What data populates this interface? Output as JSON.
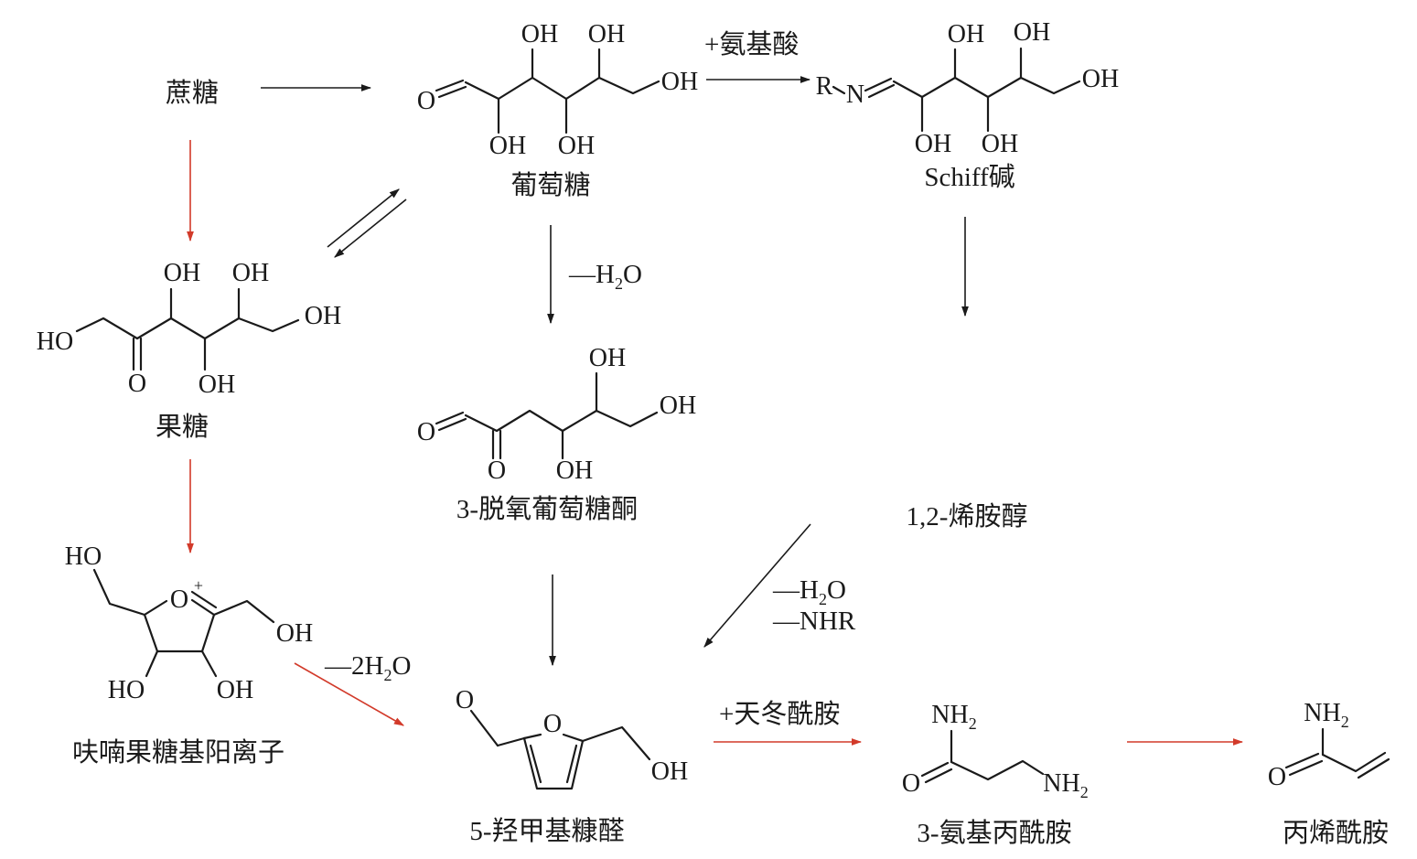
{
  "labels": {
    "sucrose": "蔗糖",
    "glucose": "葡萄糖",
    "schiff": "Schiff碱",
    "fructose": "果糖",
    "deoxyglucosone": "3-脱氧葡萄糖酮",
    "enaminol": "1,2-烯胺醇",
    "furan_cation": "呋喃果糖基阳离子",
    "hmf": "5-羟甲基糠醛",
    "aminopropionamide": "3-氨基丙酰胺",
    "acrylamide": "丙烯酰胺"
  },
  "conditions": {
    "amino_acid": "+氨基酸",
    "minus_h2o_a": "—H",
    "minus_h2o_b": "—H",
    "minus_nhr": "—NHR",
    "minus_2h2o": "—2H",
    "asparagine": "+天冬酰胺"
  },
  "atoms": {
    "oh": "OH",
    "ho": "HO",
    "o": "O",
    "r": "R",
    "n": "N",
    "h": "H",
    "nh": "NH",
    "sub2": "2",
    "o_water": "O",
    "plus": "+"
  },
  "colors": {
    "ink": "#1a1a1a",
    "red_arrow": "#d23a2a"
  }
}
